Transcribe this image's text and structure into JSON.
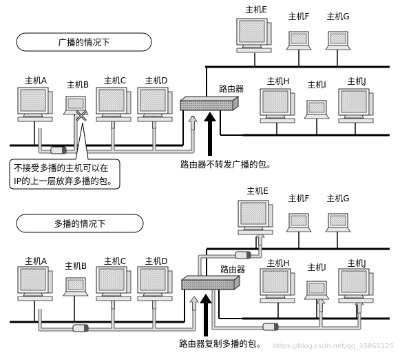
{
  "top": {
    "title": "广播的情况下",
    "hosts": {
      "A": "主机A",
      "B": "主机B",
      "C": "主机C",
      "D": "主机D",
      "E": "主机E",
      "F": "主机F",
      "G": "主机G",
      "H": "主机H",
      "I": "主机I",
      "J": "主机J"
    },
    "router_label": "路由器",
    "callout_line1": "不接受多播的主机可以在",
    "callout_line2": "IP的上一层放弃多播的包。",
    "router_caption": "路由器不转发广播的包。"
  },
  "bottom": {
    "title": "多播的情况下",
    "hosts": {
      "A": "主机A",
      "B": "主机B",
      "C": "主机C",
      "D": "主机D",
      "E": "主机E",
      "F": "主机F",
      "G": "主机G",
      "H": "主机H",
      "I": "主机I",
      "J": "主机J"
    },
    "router_label": "路由器",
    "router_caption": "路由器复制多播的包。"
  },
  "watermark": "https://blog.csdn.net/qq_35865125"
}
